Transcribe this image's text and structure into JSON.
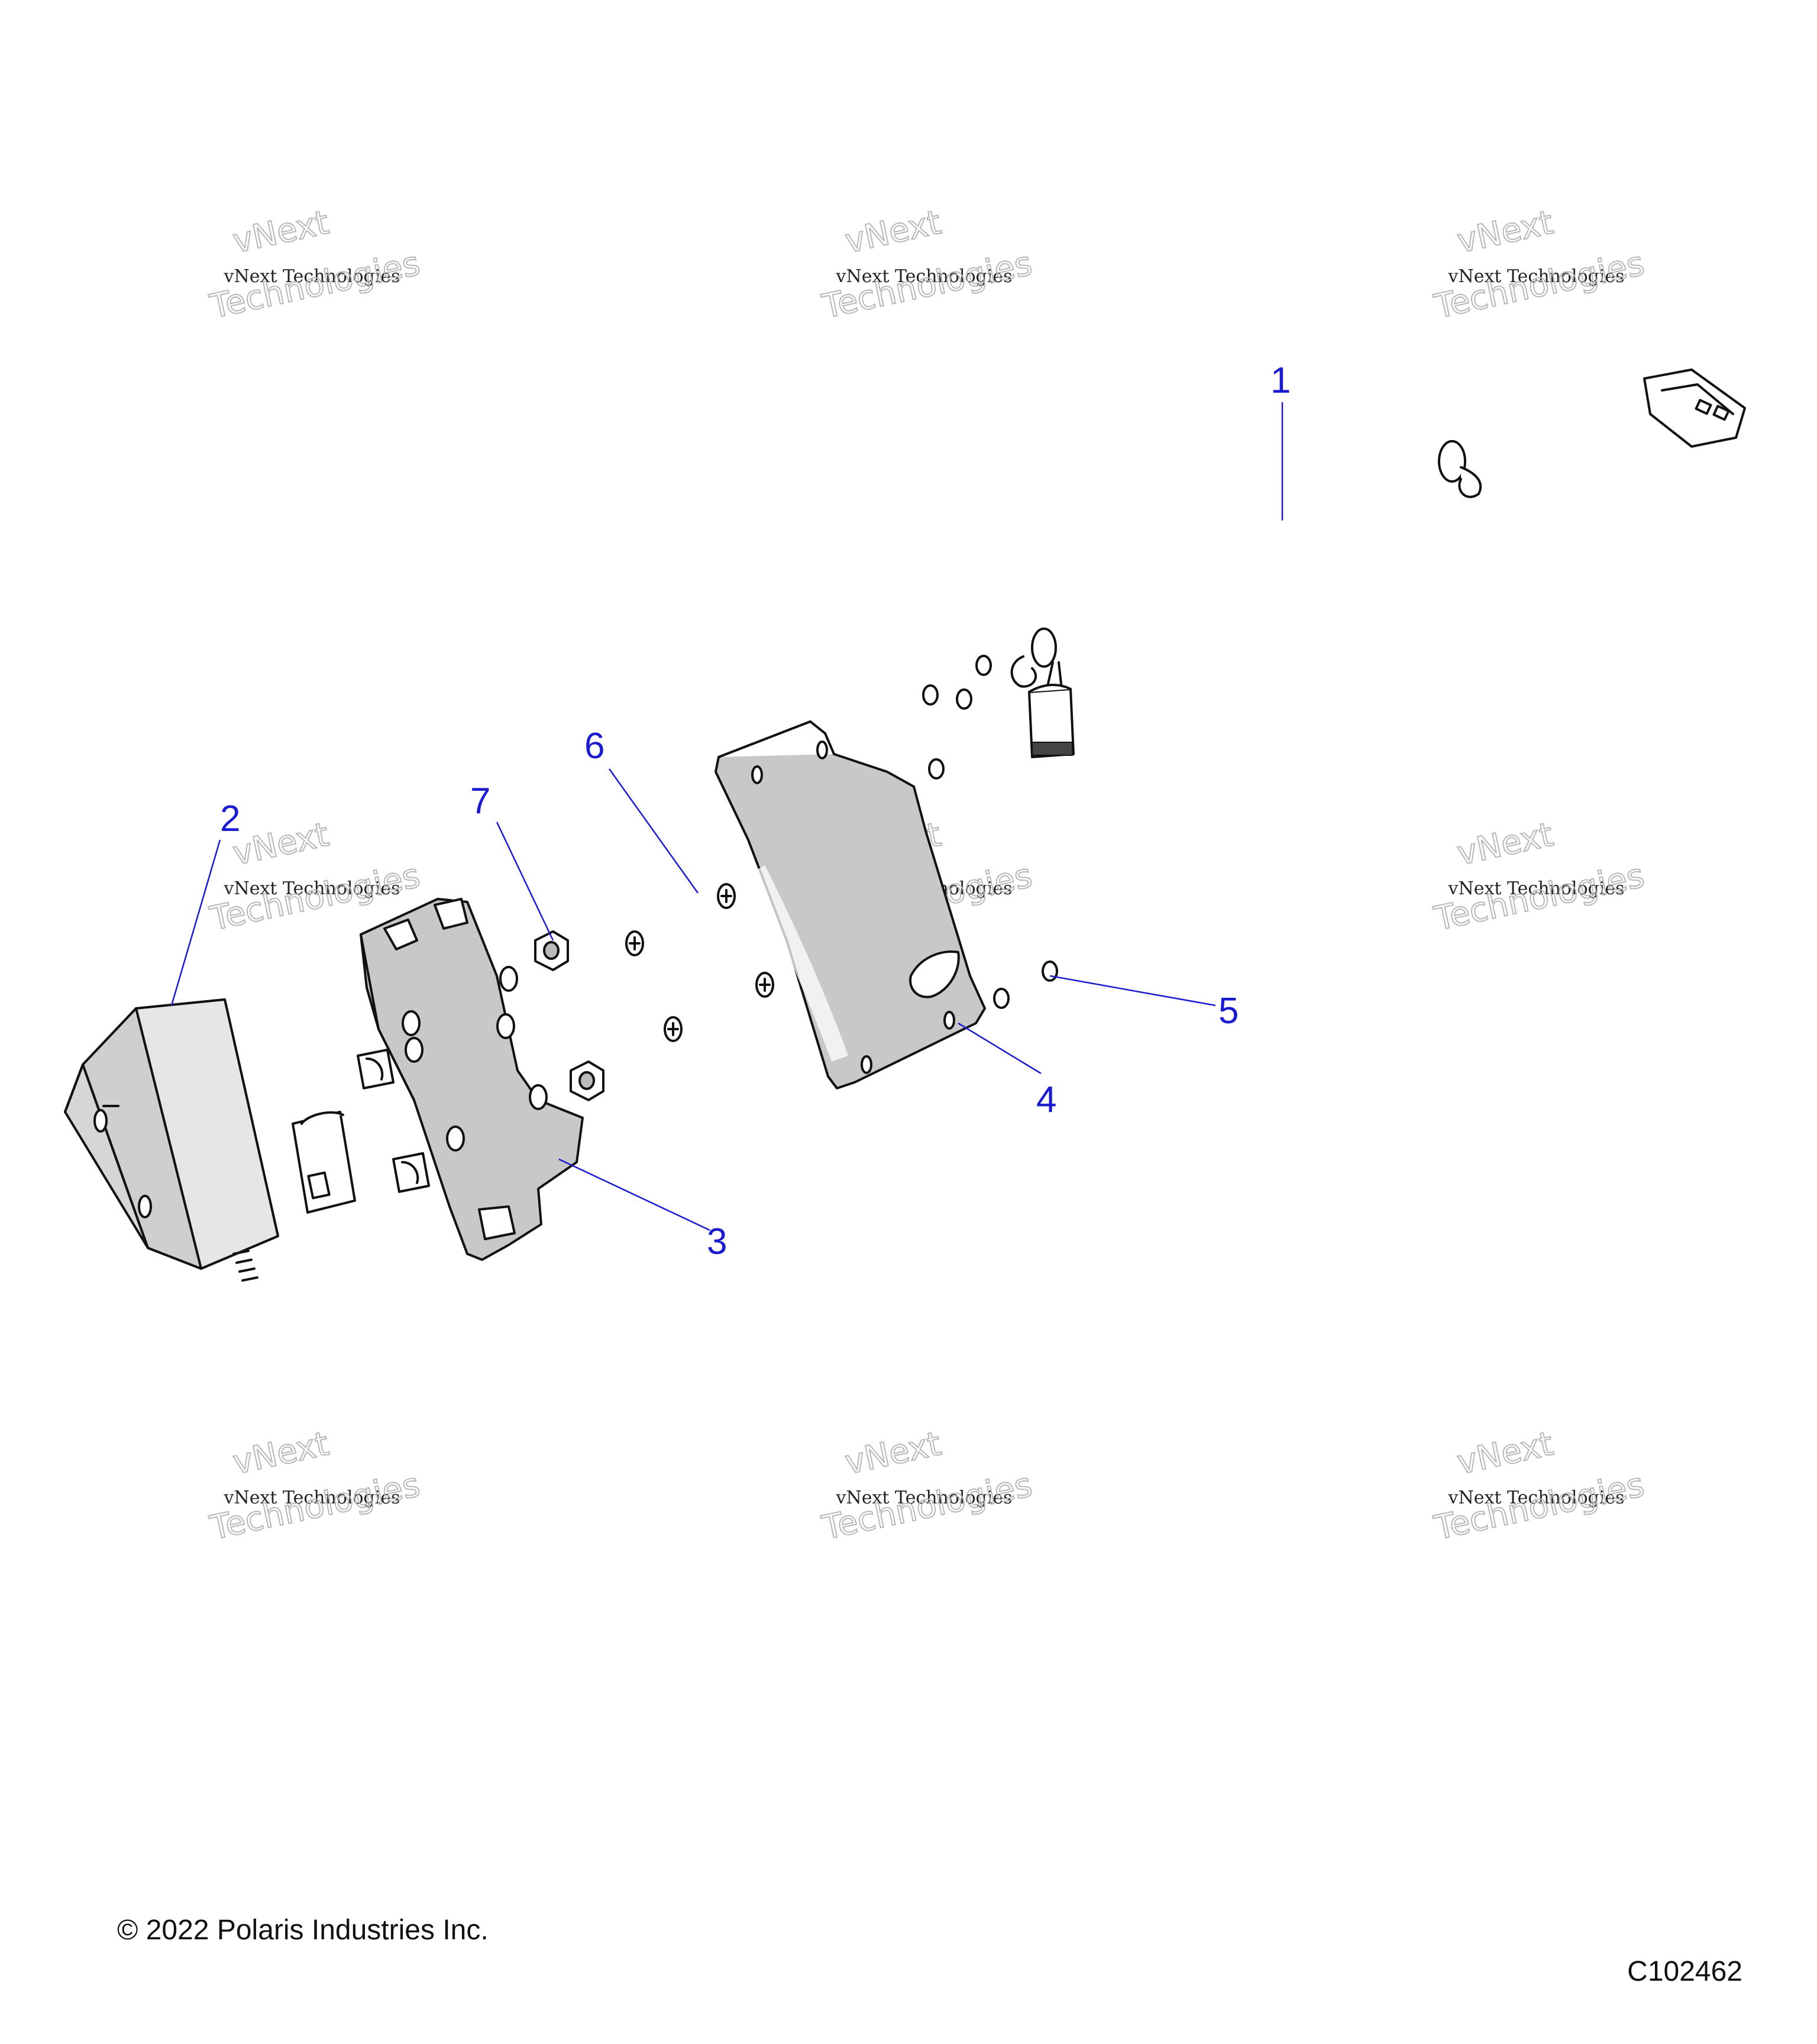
{
  "watermark": {
    "line1": "vNext",
    "line2": "vNext Technologies",
    "line3": "Technologies"
  },
  "callouts": [
    {
      "id": "1",
      "label": "1"
    },
    {
      "id": "2",
      "label": "2"
    },
    {
      "id": "3",
      "label": "3"
    },
    {
      "id": "4",
      "label": "4"
    },
    {
      "id": "5",
      "label": "5"
    },
    {
      "id": "6",
      "label": "6"
    },
    {
      "id": "7",
      "label": "7"
    }
  ],
  "footer": {
    "copyright": "© 2022 Polaris Industries Inc.",
    "figure_id": "C102462"
  },
  "colors": {
    "callout": "#1a1ad0",
    "line": "#111111",
    "part_fill": "#c8c8c8",
    "watermark": "#b8b8b8"
  }
}
